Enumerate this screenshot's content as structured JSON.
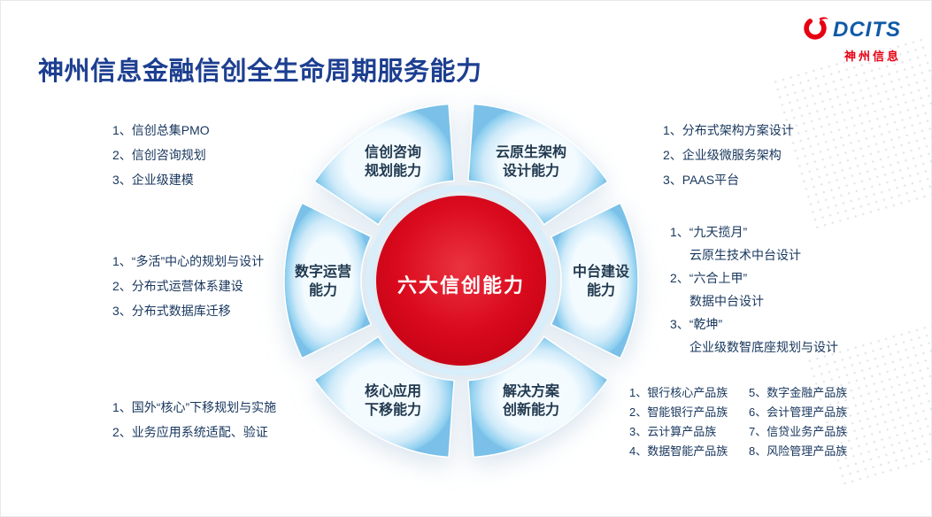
{
  "logo": {
    "brand": "DCITS",
    "company": "神州信息"
  },
  "title": "神州信息金融信创全生命周期服务能力",
  "wheel": {
    "center_label": "六大信创能力",
    "segments": [
      {
        "line1": "信创咨询",
        "line2": "规划能力"
      },
      {
        "line1": "云原生架构",
        "line2": "设计能力"
      },
      {
        "line1": "中台建设",
        "line2": "能力"
      },
      {
        "line1": "解决方案",
        "line2": "创新能力"
      },
      {
        "line1": "核心应用",
        "line2": "下移能力"
      },
      {
        "line1": "数字运营",
        "line2": "能力"
      }
    ]
  },
  "lists": {
    "consulting": [
      "1、信创总集PMO",
      "2、信创咨询规划",
      "3、企业级建模"
    ],
    "cloud_native": [
      "1、分布式架构方案设计",
      "2、企业级微服务架构",
      "3、PAAS平台"
    ],
    "middle_platform": [
      {
        "head": "1、“九天揽月”",
        "sub": "云原生技术中台设计"
      },
      {
        "head": "2、“六合上甲”",
        "sub": "数据中台设计"
      },
      {
        "head": "3、“乾坤”",
        "sub": "企业级数智底座规划与设计"
      }
    ],
    "solution_col1": [
      "1、银行核心产品族",
      "2、智能银行产品族",
      "3、云计算产品族",
      "4、数据智能产品族"
    ],
    "solution_col2": [
      "5、数字金融产品族",
      "6、会计管理产品族",
      "7、信贷业务产品族",
      "8、风险管理产品族"
    ],
    "core_app": [
      "1、国外“核心”下移规划与实施",
      "2、业务应用系统适配、验证"
    ],
    "digital_ops": [
      "1、“多活”中心的规划与设计",
      "2、分布式运营体系建设",
      "3、分布式数据库迁移"
    ]
  },
  "colors": {
    "title_blue": "#1d3f91",
    "ring_blue": "#7ac0e8",
    "center_red": "#d60011",
    "logo_red": "#e60012",
    "logo_blue": "#0f5aa8"
  }
}
